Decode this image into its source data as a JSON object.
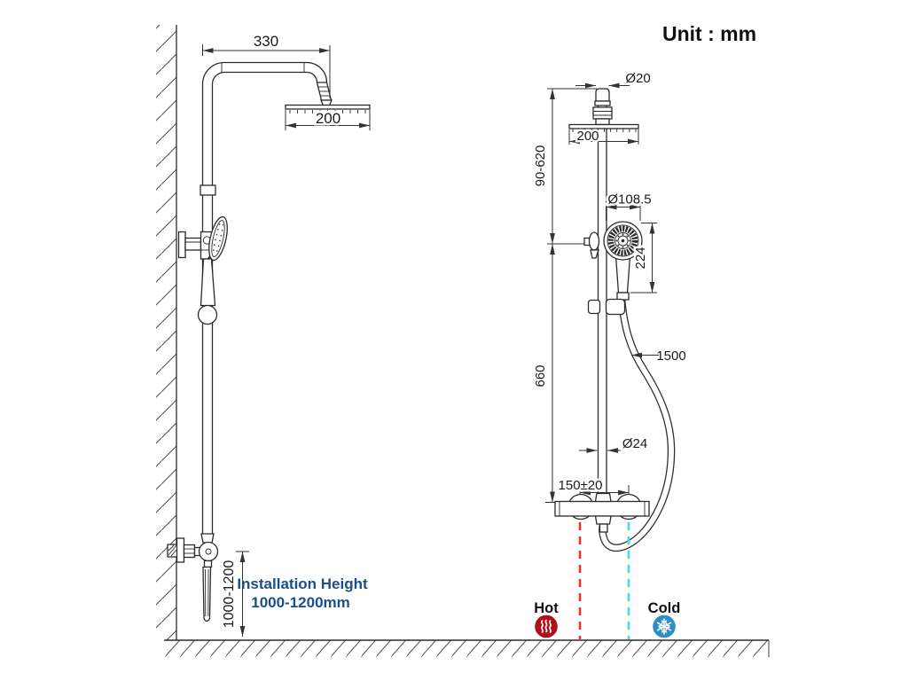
{
  "title": {
    "unit_note": "Unit : mm"
  },
  "colors": {
    "line": "#2b2b2b",
    "note_blue": "#1a4e8c",
    "hot_badge": "#ae1117",
    "cold_badge": "#2e8ec5",
    "hot_dash": "#e8342e",
    "cold_dash": "#3cdde8"
  },
  "left_view": {
    "arm_length": "330",
    "head_width": "200",
    "install_range": "1000-1200",
    "note_line1": "Installation Height",
    "note_line2": "1000-1200mm"
  },
  "right_view": {
    "top_pipe_dia": "Ø20",
    "head_width": "200",
    "upper_range": "90-620",
    "hand_shower_dia": "Ø108.5",
    "hand_shower_len": "224",
    "riser_len": "660",
    "hose_len": "1500",
    "pipe_dia": "Ø24",
    "inlet_spacing": "150±20"
  },
  "legend": {
    "hot": "Hot",
    "cold": "Cold"
  }
}
